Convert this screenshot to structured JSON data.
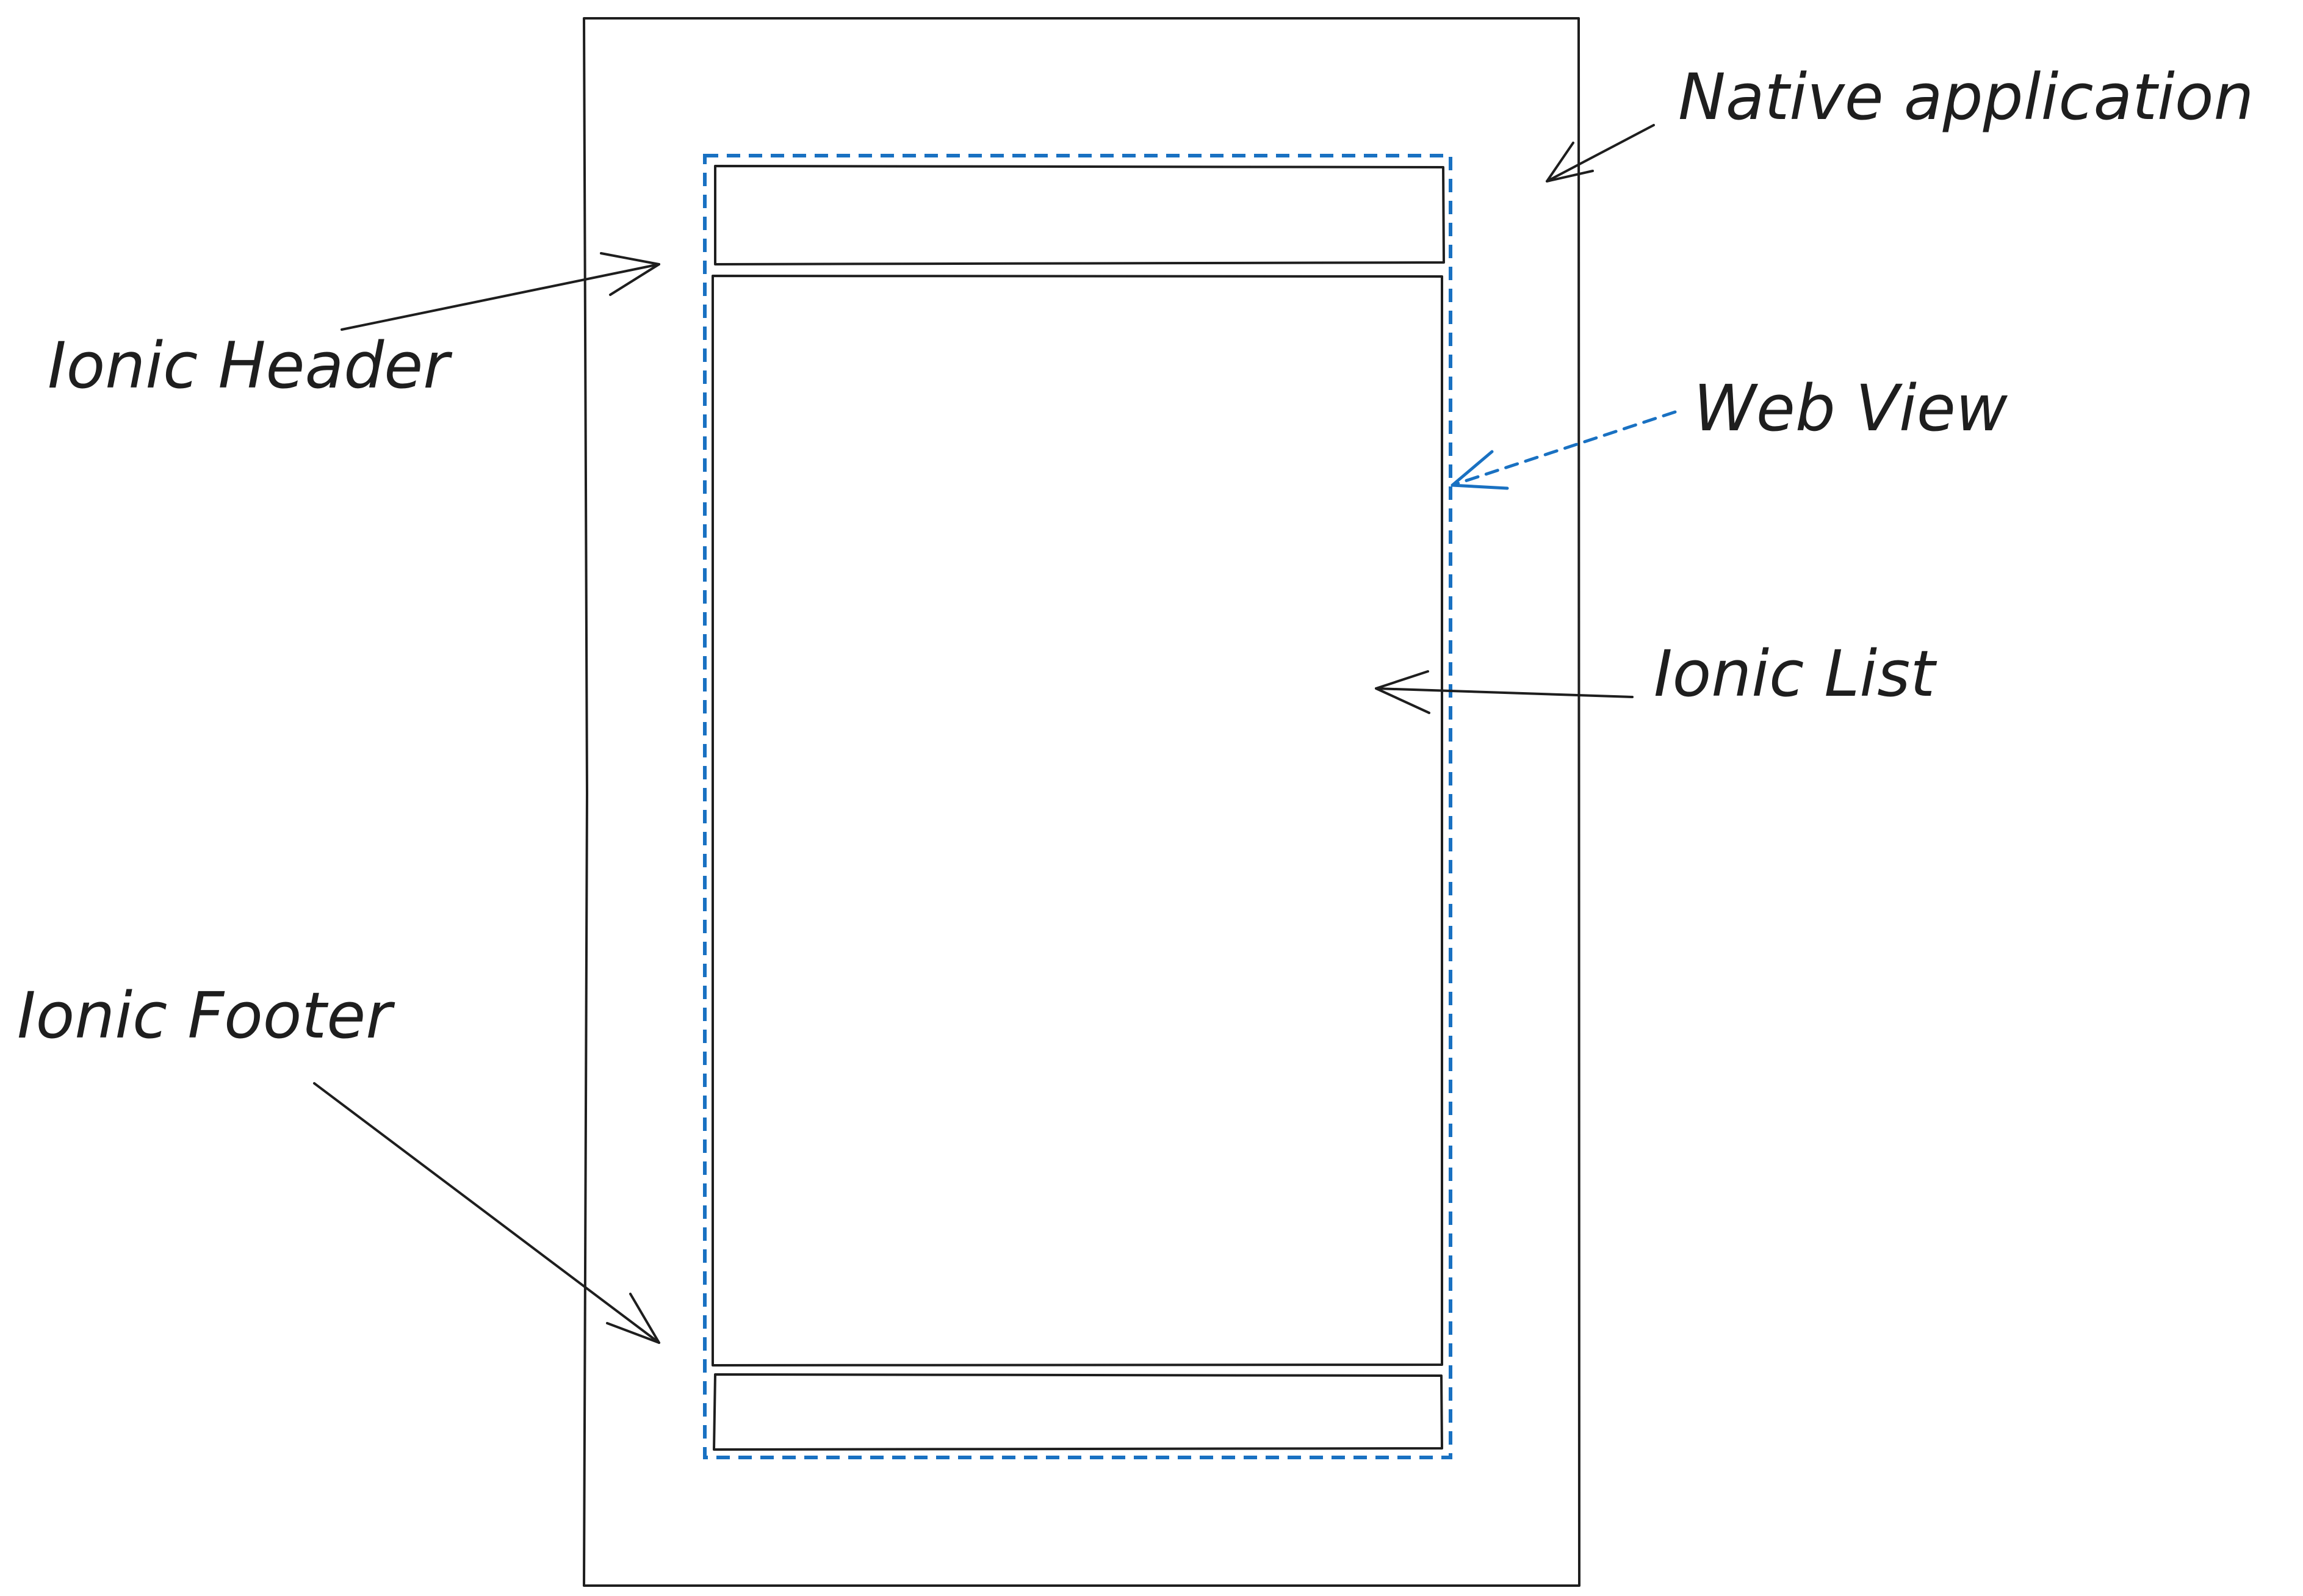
{
  "labels": {
    "native_application": "Native application",
    "ionic_header": "Ionic Header",
    "web_view": "Web View",
    "ionic_list": "Ionic List",
    "ionic_footer": "Ionic Footer"
  },
  "colors": {
    "ink": "#1e1e1e",
    "web_view_accent": "#1971c2",
    "background": "#ffffff"
  }
}
